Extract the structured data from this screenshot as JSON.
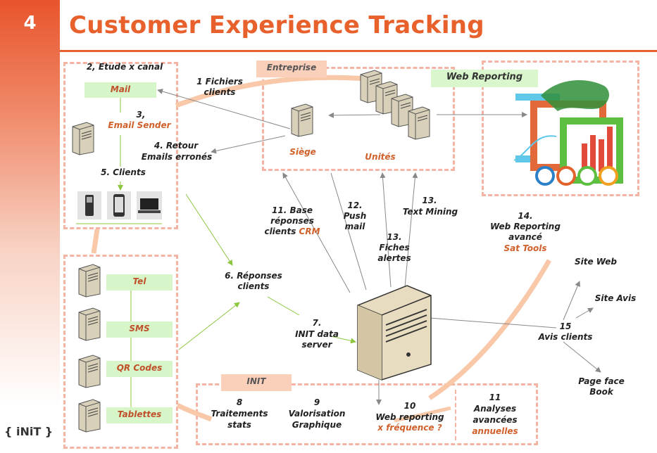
{
  "slide_number": "4",
  "title": "Customer Experience Tracking",
  "logo_text": "{ iNiT }",
  "left_box": {
    "heading": "2, Etude x canal",
    "mail_tag": "Mail",
    "email_sender_num": "3,",
    "email_sender": "Email Sender",
    "clients": "5. Clients"
  },
  "channels": [
    "Tel",
    "SMS",
    "QR Codes",
    "Tablettes"
  ],
  "entreprise": {
    "tag": "Entreprise",
    "siege": "Siège",
    "unites": "Unités"
  },
  "web_reporting_tag": "Web Reporting",
  "labels": {
    "fichiers_1": "1 Fichiers",
    "fichiers_2": "clients",
    "retour_1": "4. Retour",
    "retour_2": "Emails erronés",
    "reponses_1": "6. Réponses",
    "reponses_2": "clients",
    "init_server_1": "7.",
    "init_server_2": "INIT data",
    "init_server_3": "server",
    "base_1": "11. Base",
    "base_2": "réponses",
    "base_3": "clients",
    "base_crm": "CRM",
    "push_1": "12.",
    "push_2": "Push",
    "push_3": "mail",
    "fiches_1": "13.",
    "fiches_2": "Fiches",
    "fiches_3": "alertes",
    "text_1": "13.",
    "text_2": "Text Mining",
    "webrep_1": "14.",
    "webrep_2": "Web Reporting",
    "webrep_3": "avancé",
    "webrep_4": "Sat Tools",
    "avis_1": "15",
    "avis_2": "Avis clients",
    "site_web": "Site Web",
    "site_avis": "Site Avis",
    "page_face_1": "Page face",
    "page_face_2": "Book"
  },
  "init_box": {
    "tag": "INIT",
    "t8_1": "8",
    "t8_2": "Traitements",
    "t8_3": "stats",
    "t9_1": "9",
    "t9_2": "Valorisation",
    "t9_3": "Graphique",
    "t10_1": "10",
    "t10_2": "Web reporting",
    "t10_3": "x fréquence ?",
    "t11_1": "11",
    "t11_2": "Analyses",
    "t11_3": "avancées",
    "t11_4": "annuelles"
  },
  "colors": {
    "accent": "#e8612c",
    "dashed_border": "#f4b3a3",
    "tag_green": "#d6f5c8",
    "tag_peach": "#fbd0bb",
    "arrow_green": "#8cc63f",
    "arrow_grey": "#888888"
  }
}
